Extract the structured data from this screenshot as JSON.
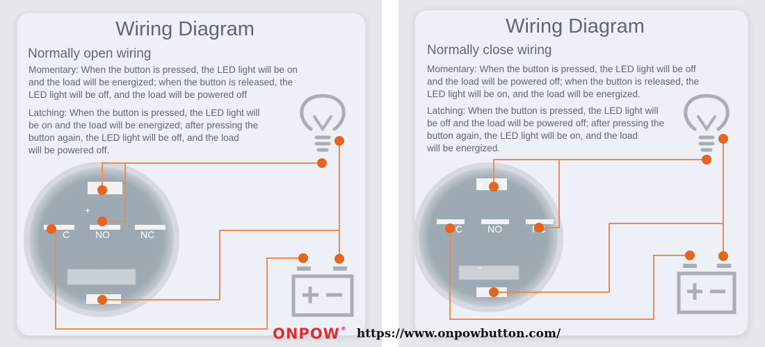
{
  "left": {
    "title": "Wiring Diagram",
    "subtitle": "Normally open wiring",
    "momentary": "Momentary: When the button is pressed, the LED light will be on\nand the load will be energized; when the button is released, the\nLED light will be off, and the load will be powered off",
    "latching": "Latching: When the button is pressed, the LED light will\nbe on and the load will be energized; after pressing the\nbutton again, the LED light will be off, and the load\nwill be powered off.",
    "terminals": {
      "plus": "+",
      "c": "C",
      "no": "NO",
      "nc": "NC",
      "minus": "-"
    }
  },
  "right": {
    "title": "Wiring Diagram",
    "subtitle": "Normally close wiring",
    "momentary": "Momentary: When the button is pressed, the LED light will be off\nand the load will be powered off; when the button is released, the\nLED light will be on, and the load will be energized.",
    "latching": "Latching: When the button is pressed, the LED light will\nbe off and the load will be powered off; after pressing the\nbutton again, the LED light will be on, and the load\nwill be energized.",
    "terminals": {
      "plus": "+",
      "c": "C",
      "no": "NO",
      "nc": "NC",
      "minus": "-"
    }
  },
  "footer": {
    "brand": "ONPOW",
    "registered": "®",
    "url": "https://www.onpowbutton.com/"
  },
  "colors": {
    "wire": "#ef8a4a",
    "dot": "#e5641e",
    "icon": "#a9adb5",
    "terminal": "#f2f2f4"
  }
}
